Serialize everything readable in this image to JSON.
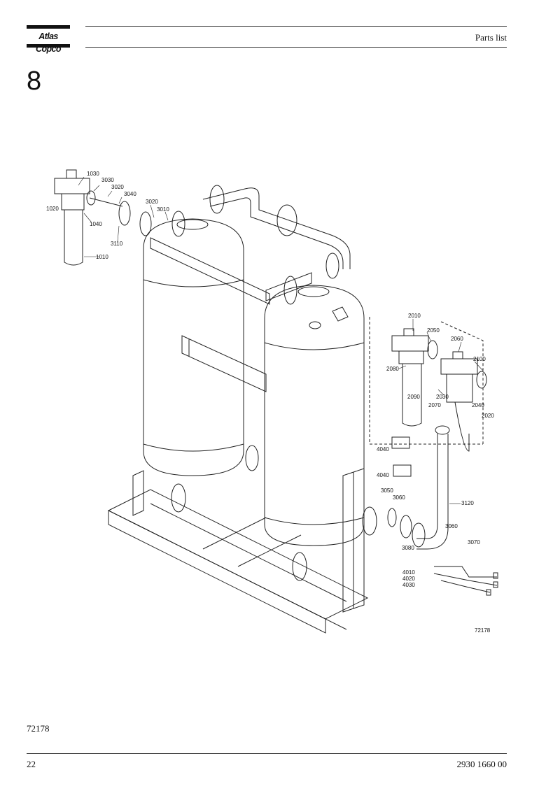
{
  "header": {
    "logo_text": "Atlas Copco",
    "title": "Parts list"
  },
  "section_number": "8",
  "drawing": {
    "drawing_ref": "72178",
    "callouts": {
      "c1010": "1010",
      "c1020": "1020",
      "c1030": "1030",
      "c1040": "1040",
      "c2010": "2010",
      "c2020": "2020",
      "c2030": "2030",
      "c2040": "2040",
      "c2050": "2050",
      "c2060": "2060",
      "c2070": "2070",
      "c2080": "2080",
      "c2090": "2090",
      "c2100": "2100",
      "c3010": "3010",
      "c3020a": "3020",
      "c3020b": "3020",
      "c3030": "3030",
      "c3040": "3040",
      "c3050": "3050",
      "c3060a": "3060",
      "c3060b": "3060",
      "c3070": "3070",
      "c3080": "3080",
      "c3110": "3110",
      "c3120": "3120",
      "c4010": "4010",
      "c4020": "4020",
      "c4030": "4030",
      "c4040a": "4040",
      "c4040b": "4040"
    }
  },
  "footer": {
    "figure_ref": "72178",
    "page_number": "22",
    "doc_number": "2930 1660 00"
  }
}
